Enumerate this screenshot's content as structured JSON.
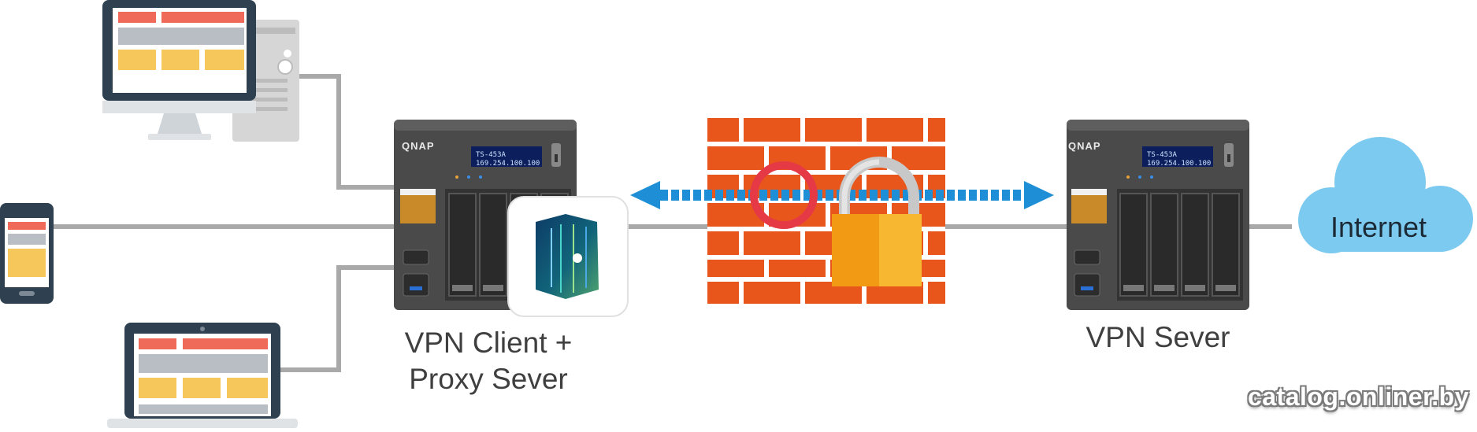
{
  "nodes": {
    "vpn_client": {
      "line1": "VPN Client +",
      "line2": "Proxy Sever"
    },
    "vpn_server": {
      "label": "VPN Sever"
    },
    "internet": {
      "label": "Internet"
    }
  },
  "devices": {
    "nas_brand": "QNAP",
    "nas_left_lcd": {
      "line1": "TS-453A",
      "line2": "169.254.100.100"
    },
    "nas_right_lcd": {
      "line1": "TS-453A",
      "line2": "169.254.100.100"
    }
  },
  "watermark": "catalog.onliner.by",
  "colors": {
    "brick": "#e8561c",
    "mortar": "#ffffff",
    "arrow": "#1e8fd6",
    "cloud": "#7ccaf0",
    "nas_body": "#4a4a4a",
    "lock": "#f5a623",
    "line": "#a9a9a9",
    "accent_red": "#e63946"
  },
  "icons": [
    "desktop-computer-icon",
    "smartphone-icon",
    "laptop-icon",
    "nas-device-icon",
    "proxy-app-icon",
    "firewall-icon",
    "padlock-icon",
    "prohibited-icon",
    "bidirectional-arrow-icon",
    "cloud-icon"
  ]
}
